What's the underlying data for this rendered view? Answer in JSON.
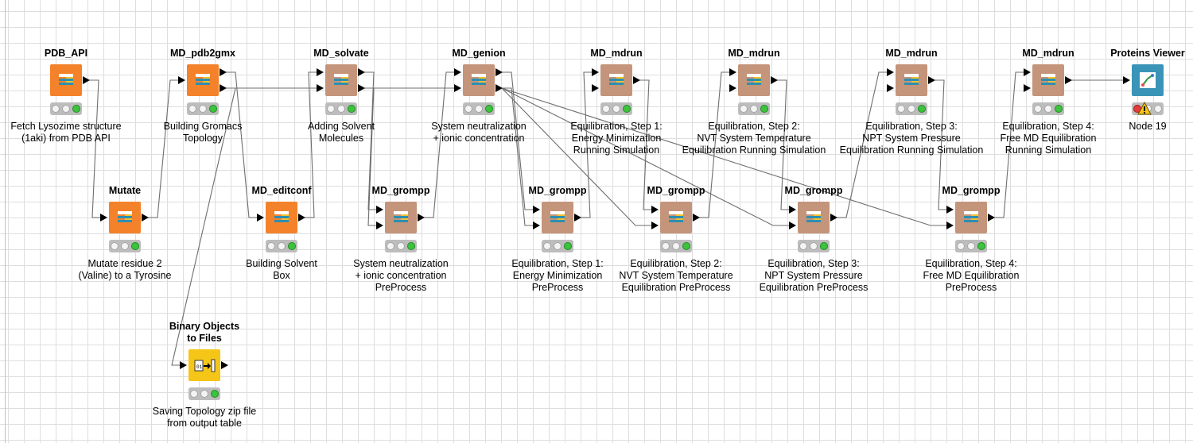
{
  "colors": {
    "source": "#f4822b",
    "manipulator": "#c4957a",
    "viewer": "#3a94b8",
    "other": "#f5c518",
    "connection": "#6e6e6e",
    "grid": "#dedede"
  },
  "nodes": [
    {
      "id": "pdb-api",
      "title": "PDB_API",
      "desc": "Fetch Lysozime structure\n(1aki) from PDB API",
      "type": "source",
      "icon": "table-icon",
      "lamps": "green",
      "in": 0,
      "out": 1
    },
    {
      "id": "md-pdb2gmx",
      "title": "MD_pdb2gmx",
      "desc": "Building Gromacs\nTopology",
      "type": "source",
      "icon": "table-icon",
      "lamps": "green",
      "in": 1,
      "out": 2
    },
    {
      "id": "md-solvate",
      "title": "MD_solvate",
      "desc": "Adding Solvent\nMolecules",
      "type": "manipulator",
      "icon": "table-icon",
      "lamps": "green",
      "in": 2,
      "out": 2
    },
    {
      "id": "md-genion",
      "title": "MD_genion",
      "desc": "System neutralization\n+ ionic concentration",
      "type": "manipulator",
      "icon": "table-icon",
      "lamps": "green",
      "in": 2,
      "out": 2
    },
    {
      "id": "md-mdrun-1",
      "title": "MD_mdrun",
      "desc": "Equilibration, Step 1:\nEnergy Minimization\nRunning Simulation",
      "type": "manipulator",
      "icon": "table-icon",
      "lamps": "green",
      "in": 2,
      "out": 1
    },
    {
      "id": "md-mdrun-2",
      "title": "MD_mdrun",
      "desc": "Equilibration, Step 2:\nNVT System Temperature\nEquilibration Running Simulation",
      "type": "manipulator",
      "icon": "table-icon",
      "lamps": "green",
      "in": 2,
      "out": 1
    },
    {
      "id": "md-mdrun-3",
      "title": "MD_mdrun",
      "desc": "Equilibration, Step 3:\nNPT System Pressure\nEquilibration Running Simulation",
      "type": "manipulator",
      "icon": "table-icon",
      "lamps": "green",
      "in": 2,
      "out": 1
    },
    {
      "id": "md-mdrun-4",
      "title": "MD_mdrun",
      "desc": "Equilibration, Step 4:\nFree MD Equilibration\nRunning Simulation",
      "type": "manipulator",
      "icon": "table-icon",
      "lamps": "green",
      "in": 2,
      "out": 1
    },
    {
      "id": "proteins-viewer",
      "title": "Proteins Viewer",
      "desc": "Node 19",
      "type": "viewer",
      "icon": "molecule-icon",
      "lamps": "red-warning",
      "in": 1,
      "out": 0
    },
    {
      "id": "mutate",
      "title": "Mutate",
      "desc": "Mutate residue 2\n(Valine) to a Tyrosine",
      "type": "source",
      "icon": "table-icon",
      "lamps": "green",
      "in": 1,
      "out": 1
    },
    {
      "id": "md-editconf",
      "title": "MD_editconf",
      "desc": "Building Solvent\nBox",
      "type": "source",
      "icon": "table-icon",
      "lamps": "green",
      "in": 1,
      "out": 1
    },
    {
      "id": "md-grompp-1",
      "title": "MD_grompp",
      "desc": "System neutralization\n+ ionic concentration\nPreProcess",
      "type": "manipulator",
      "icon": "table-icon",
      "lamps": "green",
      "in": 2,
      "out": 1
    },
    {
      "id": "md-grompp-2",
      "title": "MD_grompp",
      "desc": "Equilibration, Step 1:\nEnergy Minimization\nPreProcess",
      "type": "manipulator",
      "icon": "table-icon",
      "lamps": "green",
      "in": 2,
      "out": 1
    },
    {
      "id": "md-grompp-3",
      "title": "MD_grompp",
      "desc": "Equilibration, Step 2:\nNVT System Temperature\nEquilibration PreProcess",
      "type": "manipulator",
      "icon": "table-icon",
      "lamps": "green",
      "in": 2,
      "out": 1
    },
    {
      "id": "md-grompp-4",
      "title": "MD_grompp",
      "desc": "Equilibration, Step 3:\nNPT System Pressure\nEquilibration PreProcess",
      "type": "manipulator",
      "icon": "table-icon",
      "lamps": "green",
      "in": 2,
      "out": 1
    },
    {
      "id": "md-grompp-5",
      "title": "MD_grompp",
      "desc": "Equilibration, Step 4:\nFree MD Equilibration\nPreProcess",
      "type": "manipulator",
      "icon": "table-icon",
      "lamps": "green",
      "in": 2,
      "out": 1
    },
    {
      "id": "binary-objects",
      "title": "Binary Objects\nto Files",
      "desc": "Saving Topology zip file\nfrom output table",
      "type": "other",
      "icon": "file-export-icon",
      "lamps": "green",
      "in": 1,
      "out": 1
    }
  ],
  "connections": [
    [
      "pdb-api",
      0,
      "mutate",
      0
    ],
    [
      "mutate",
      0,
      "md-pdb2gmx",
      0
    ],
    [
      "md-pdb2gmx",
      0,
      "md-editconf",
      0
    ],
    [
      "md-pdb2gmx",
      1,
      "md-solvate",
      1
    ],
    [
      "md-pdb2gmx",
      1,
      "binary-objects",
      0
    ],
    [
      "md-editconf",
      0,
      "md-solvate",
      0
    ],
    [
      "md-solvate",
      0,
      "md-grompp-1",
      0
    ],
    [
      "md-solvate",
      1,
      "md-grompp-1",
      1
    ],
    [
      "md-solvate",
      1,
      "md-genion",
      1
    ],
    [
      "md-grompp-1",
      0,
      "md-genion",
      0
    ],
    [
      "md-genion",
      0,
      "md-grompp-2",
      0
    ],
    [
      "md-genion",
      1,
      "md-grompp-2",
      1
    ],
    [
      "md-genion",
      1,
      "md-grompp-3",
      1
    ],
    [
      "md-genion",
      1,
      "md-grompp-4",
      1
    ],
    [
      "md-genion",
      1,
      "md-grompp-5",
      1
    ],
    [
      "md-grompp-2",
      0,
      "md-mdrun-1",
      0
    ],
    [
      "md-mdrun-1",
      0,
      "md-grompp-3",
      0
    ],
    [
      "md-grompp-3",
      0,
      "md-mdrun-2",
      0
    ],
    [
      "md-mdrun-2",
      0,
      "md-grompp-4",
      0
    ],
    [
      "md-grompp-4",
      0,
      "md-mdrun-3",
      0
    ],
    [
      "md-mdrun-3",
      0,
      "md-grompp-5",
      0
    ],
    [
      "md-grompp-5",
      0,
      "md-mdrun-4",
      0
    ],
    [
      "md-mdrun-4",
      0,
      "proteins-viewer",
      0
    ]
  ]
}
